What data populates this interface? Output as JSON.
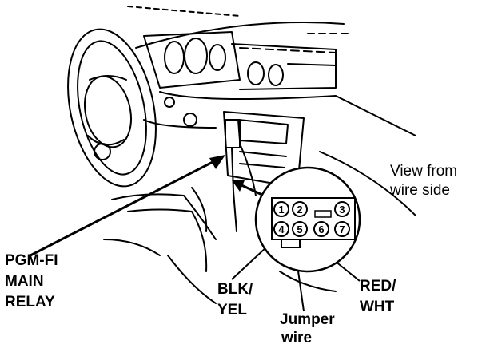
{
  "labels": {
    "view_line1": "View from",
    "view_line2": "wire side",
    "relay_line1": "PGM-FI",
    "relay_line2": "MAIN",
    "relay_line3": "RELAY",
    "blk_line1": "BLK/",
    "blk_line2": "YEL",
    "jumper_line1": "Jumper",
    "jumper_line2": "wire",
    "red_line1": "RED/",
    "red_line2": "WHT"
  },
  "connector": {
    "pins_top": [
      "1",
      "2",
      "3"
    ],
    "pins_bottom": [
      "4",
      "5",
      "6",
      "7"
    ]
  }
}
